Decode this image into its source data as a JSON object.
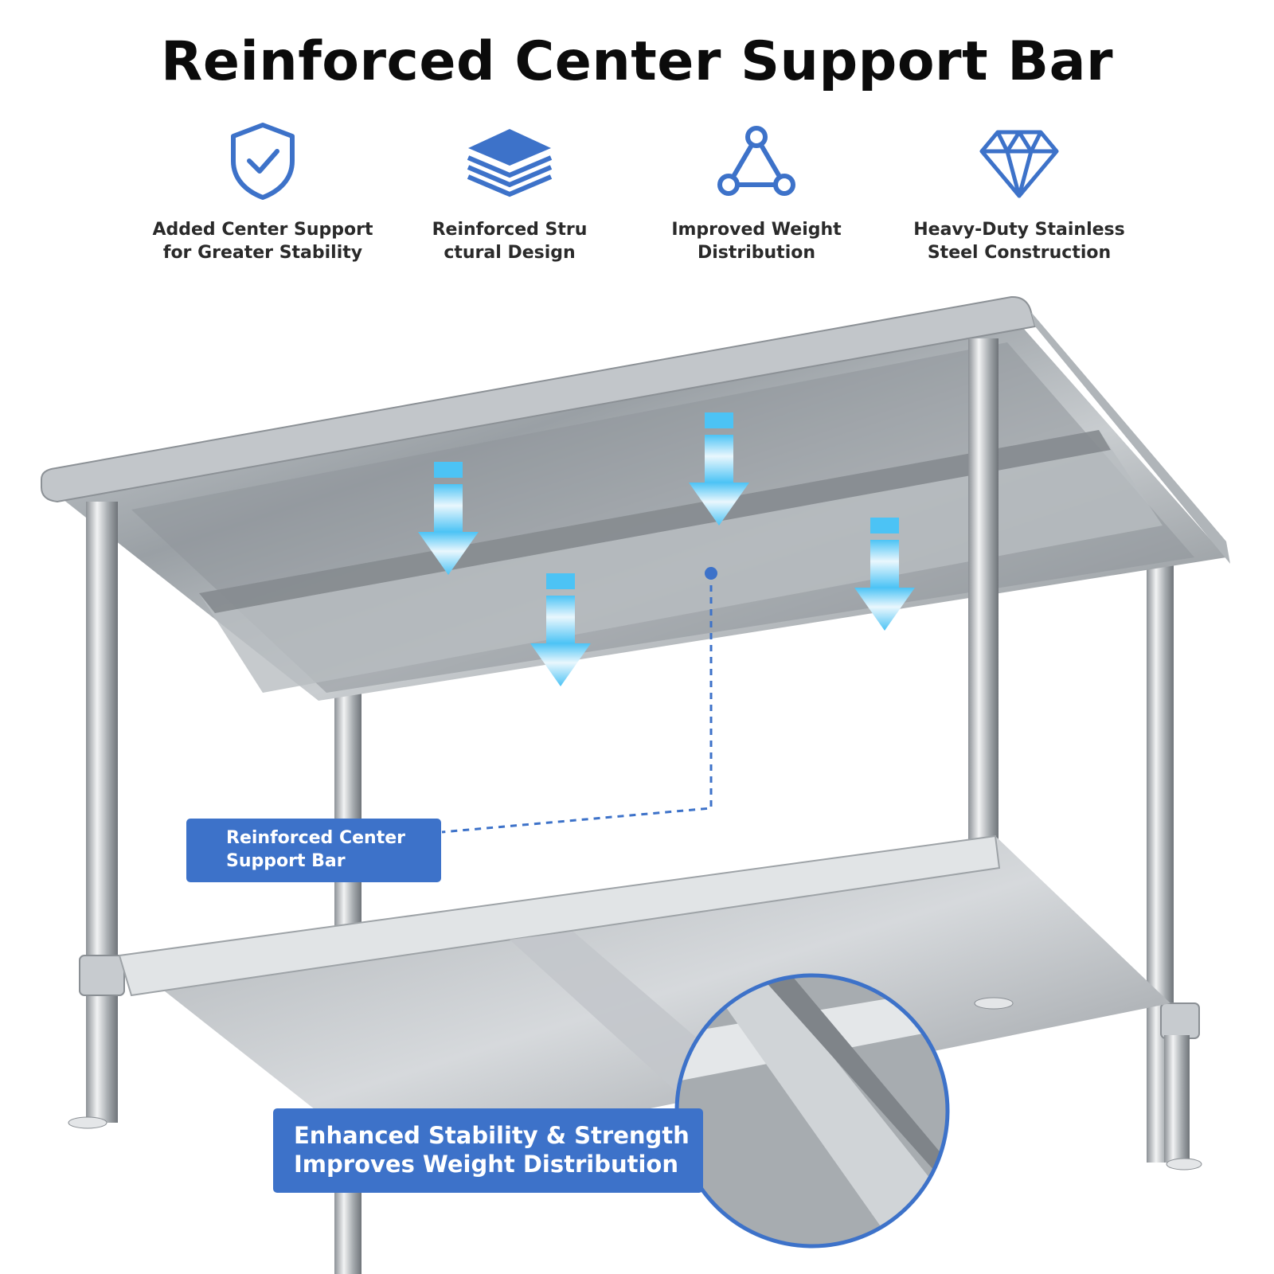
{
  "title": "Reinforced Center Support Bar",
  "features": [
    {
      "icon": "shield-check-icon",
      "line1": "Added Center Support",
      "line2": "for Greater Stability"
    },
    {
      "icon": "layers-icon",
      "line1": "Reinforced Stru",
      "line2": "ctural Design"
    },
    {
      "icon": "triangle-nodes-icon",
      "line1": "Improved Weight",
      "line2": "Distribution"
    },
    {
      "icon": "diamond-icon",
      "line1": "Heavy-Duty Stainless",
      "line2": "Steel Construction"
    }
  ],
  "callouts": {
    "center_bar": {
      "line1": "Reinforced Center",
      "line2": "Support Bar"
    },
    "stability": {
      "line1": "Enhanced Stability & Strength",
      "line2": "Improves Weight Distribution"
    }
  },
  "colors": {
    "accent": "#3d72c9",
    "arrow": "#4cc3f5",
    "steel": "#b9bec3"
  }
}
